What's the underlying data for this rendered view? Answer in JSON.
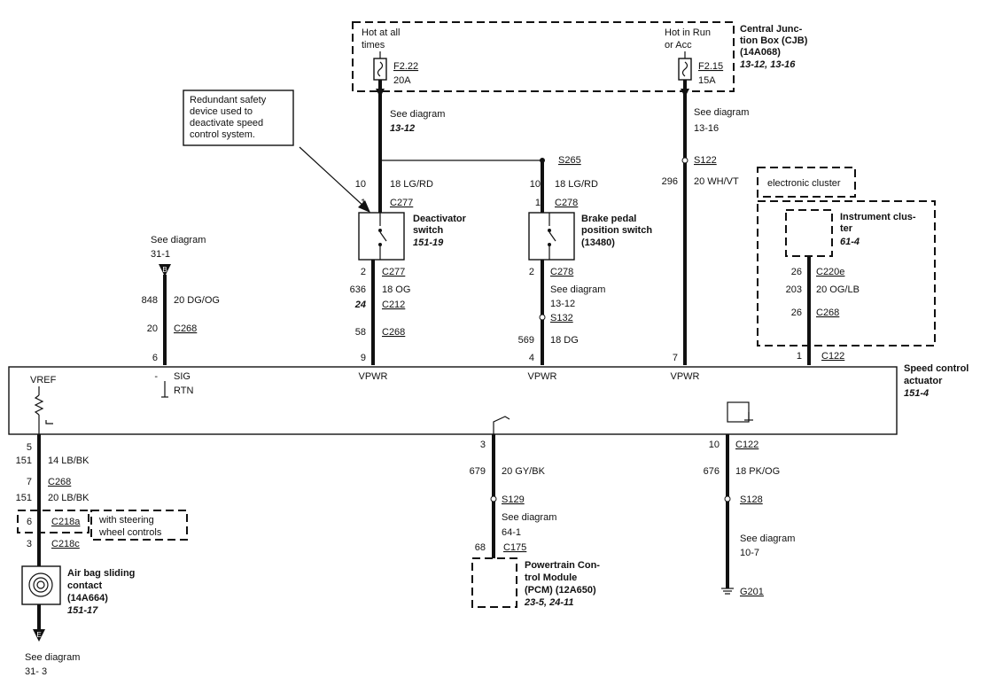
{
  "cjb": {
    "title": [
      "Central Junc-",
      "tion Box (CJB)",
      "(14A068)"
    ],
    "ref": "13-12, 13-16",
    "hot_at_all_times": [
      "Hot at all",
      "times"
    ],
    "hot_in_run": [
      "Hot in Run",
      "or Acc"
    ],
    "fuse1": {
      "name": "F2.22",
      "amp": "20A"
    },
    "fuse2": {
      "name": "F2.15",
      "amp": "15A"
    }
  },
  "note": [
    "Redundant safety",
    "device used to",
    "deactivate speed",
    "control system."
  ],
  "see_diagram_label": "See diagram",
  "refs": {
    "r1312": "13-12",
    "r1316": "13-16",
    "r311": "31-1",
    "r313": "31- 3",
    "r641": "64-1",
    "r107": "10-7"
  },
  "splices": {
    "s265": "S265",
    "s122": "S122",
    "s132": "S132",
    "s129": "S129",
    "s128": "S128"
  },
  "connectors": {
    "c277": "C277",
    "c278": "C278",
    "c212": "C212",
    "c268": "C268",
    "c220e": "C220e",
    "c122": "C122",
    "c218a": "C218a",
    "c218c": "C218c",
    "c175": "C175",
    "g201": "G201"
  },
  "wires": {
    "w10_lgrd": "18 LG/RD",
    "w296": "20 WH/VT",
    "w848": "20 DG/OG",
    "w636": "18 OG",
    "w569": "18 DG",
    "w203": "20 OG/LB",
    "w151a": "14 LB/BK",
    "w151b": "20 LB/BK",
    "w679": "20 GY/BK",
    "w676": "18 PK/OG"
  },
  "pins": {
    "p10": "10",
    "p1": "1",
    "p2": "2",
    "p636": "636",
    "p24": "24",
    "p58": "58",
    "p9": "9",
    "p296": "296",
    "p7": "7",
    "p4": "4",
    "p569": "569",
    "p848": "848",
    "p20": "20",
    "p6": "6",
    "p26": "26",
    "p203": "203",
    "p5": "5",
    "p151": "151",
    "p3": "3",
    "p679": "679",
    "p68": "68",
    "p676": "676",
    "minus": "-"
  },
  "deactivator": {
    "title": [
      "Deactivator",
      "switch"
    ],
    "ref": "151-19"
  },
  "brake": {
    "title": [
      "Brake pedal",
      "position switch",
      "(13480)"
    ]
  },
  "electronic_cluster": "electronic cluster",
  "instrument_cluster": {
    "title": [
      "Instrument clus-",
      "ter"
    ],
    "ref": "61-4"
  },
  "actuator": {
    "title": [
      "Speed control",
      "actuator"
    ],
    "ref": "151-4",
    "vref": "VREF",
    "sig": "SIG",
    "rtn": "RTN",
    "vpwr": "VPWR"
  },
  "steering": [
    "with steering",
    "wheel controls"
  ],
  "airbag": {
    "title": [
      "Air bag sliding",
      "contact",
      "(14A664)"
    ],
    "ref": "151-17"
  },
  "pcm": {
    "title": [
      "Powertrain Con-",
      "trol Module",
      "(PCM) (12A650)"
    ],
    "ref": "23-5, 24-11"
  },
  "flags": {
    "b": "B",
    "e": "E"
  }
}
